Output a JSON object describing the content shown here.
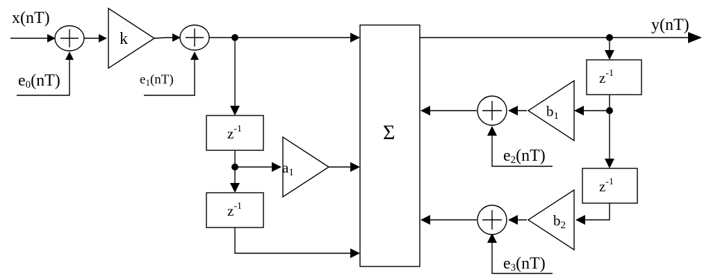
{
  "signals": {
    "input": "x(nT)",
    "output": "y(nT)",
    "e0": {
      "base": "e",
      "sub": "0",
      "rest": "(nT)"
    },
    "e1": {
      "base": "e",
      "sub": "1",
      "rest": "(nT)"
    },
    "e2": {
      "base": "e",
      "sub": "2",
      "rest": "(nT)"
    },
    "e3": {
      "base": "e",
      "sub": "3",
      "rest": "(nT)"
    }
  },
  "gains": {
    "k": "k",
    "a1": {
      "base": "a",
      "sub": "1"
    },
    "b1": {
      "base": "b",
      "sub": "1"
    },
    "b2": {
      "base": "b",
      "sub": "2"
    }
  },
  "delays": {
    "base": "z",
    "sup": "-1"
  },
  "summer": {
    "symbol": "Σ"
  }
}
